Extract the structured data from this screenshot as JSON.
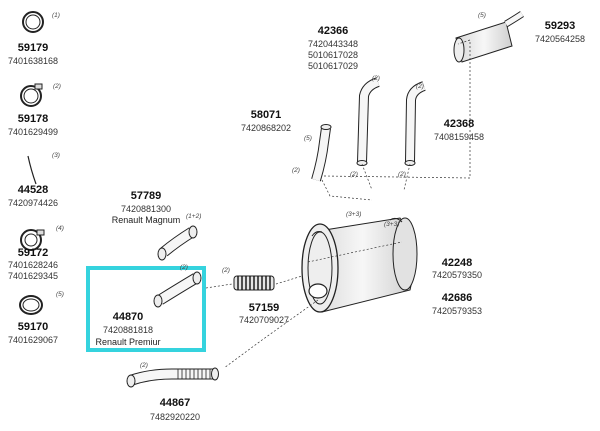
{
  "parts": [
    {
      "id": "59179",
      "code": "59179",
      "refs": [
        "7401638168"
      ],
      "qty": "(1)"
    },
    {
      "id": "59178",
      "code": "59178",
      "refs": [
        "7401629499"
      ],
      "qty": "(2)"
    },
    {
      "id": "44528",
      "code": "44528",
      "refs": [
        "7420974426"
      ],
      "qty": "(3)"
    },
    {
      "id": "59172",
      "code": "59172",
      "refs": [
        "7401628246",
        "7401629345"
      ],
      "qty": "(4)"
    },
    {
      "id": "59170",
      "code": "59170",
      "refs": [
        "7401629067"
      ],
      "qty": "(5)"
    },
    {
      "id": "57789",
      "code": "57789",
      "refs": [
        "7420881300"
      ],
      "desc": "Renault Magnum",
      "qty": "(1+2)"
    },
    {
      "id": "44870",
      "code": "44870",
      "refs": [
        "7420881818"
      ],
      "desc": "Renault Premiur",
      "qty": "(2)"
    },
    {
      "id": "44867",
      "code": "44867",
      "refs": [
        "7482920220"
      ],
      "qty": "(2)"
    },
    {
      "id": "57159",
      "code": "57159",
      "refs": [
        "7420709027"
      ],
      "qty": "(2)"
    },
    {
      "id": "58071",
      "code": "58071",
      "refs": [
        "7420868202"
      ],
      "qty": "(5)"
    },
    {
      "id": "42366",
      "code": "42366",
      "refs": [
        "7420443348",
        "5010617028",
        "5010617029"
      ],
      "qty": "(2)"
    },
    {
      "id": "42368",
      "code": "42368",
      "refs": [
        "7408159458"
      ],
      "qty": "(2)"
    },
    {
      "id": "59293",
      "code": "59293",
      "refs": [
        "7420564258"
      ],
      "qty": "(5)"
    },
    {
      "id": "42248",
      "code": "42248",
      "refs": [
        "7420579350"
      ],
      "qty": "(3+3)"
    },
    {
      "id": "42686",
      "code": "42686",
      "refs": [
        "7420579353"
      ],
      "qty": "(3+3)"
    }
  ],
  "extra_qty": [
    "(2)",
    "(2)",
    "(2)"
  ],
  "highlighted_part": "44870",
  "colors": {
    "highlight": "#35d3de",
    "line": "#222222",
    "fill": "#f4f4f4"
  }
}
